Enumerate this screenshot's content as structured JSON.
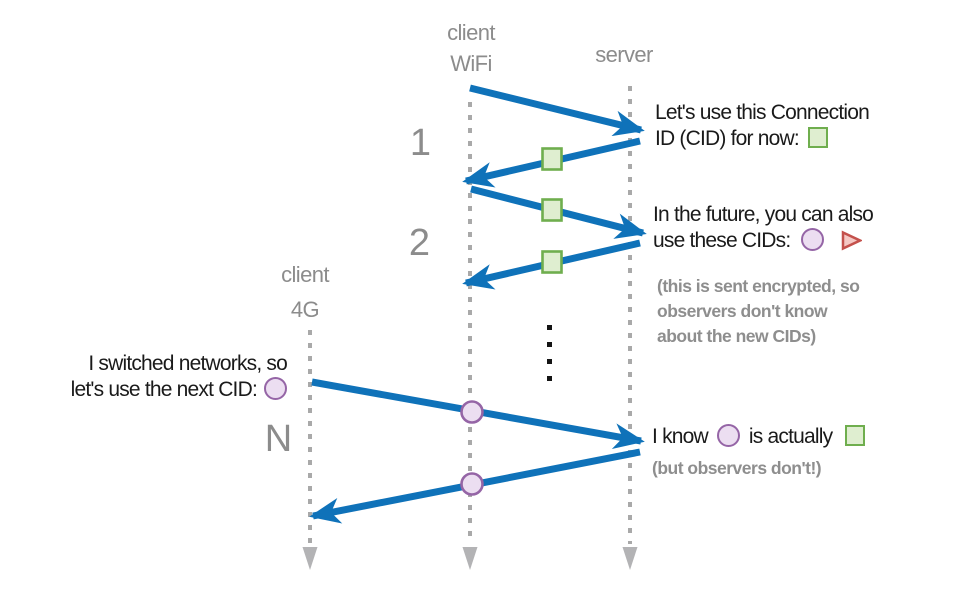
{
  "colors": {
    "blue": "#0f72b9",
    "gray_label": "#8c8c8c",
    "dot_gray": "#a9a9a9",
    "head_gray": "#b3b3b5",
    "ink": "#1a1a1a",
    "note_gray": "#8e8e8e",
    "green_fill": "#dfeed0",
    "green_border": "#6fae4e",
    "purple_fill": "#ecdef1",
    "purple_border": "#9565a6",
    "red_fill": "#f5c8c4",
    "red_border": "#c4514c"
  },
  "lifelines": {
    "client_wifi": {
      "name": "client",
      "network": "WiFi"
    },
    "server": {
      "name": "server"
    },
    "client_4g": {
      "name": "client",
      "network": "4G"
    }
  },
  "step_labels": {
    "step1": "1",
    "step2": "2",
    "stepN": "N"
  },
  "icons": {
    "green_cid": "green-square",
    "purple_cid": "purple-circle",
    "red_cid": "red-triangle"
  },
  "annotations": {
    "cid_now": {
      "line1": "Let's use this Connection",
      "line2": "ID (CID) for now:"
    },
    "future_cids": {
      "line1": "In the future, you can also",
      "line2": "use these CIDs:"
    },
    "encrypted_note": [
      "(this is sent encrypted, so",
      "observers don't know",
      "about the new CIDs)"
    ],
    "switched": {
      "line1": "I switched networks, so",
      "line2": "let's use the next CID:"
    },
    "reveal": {
      "part1": "I know",
      "part2": "is actually"
    },
    "observers_note": "(but observers don't!)"
  }
}
